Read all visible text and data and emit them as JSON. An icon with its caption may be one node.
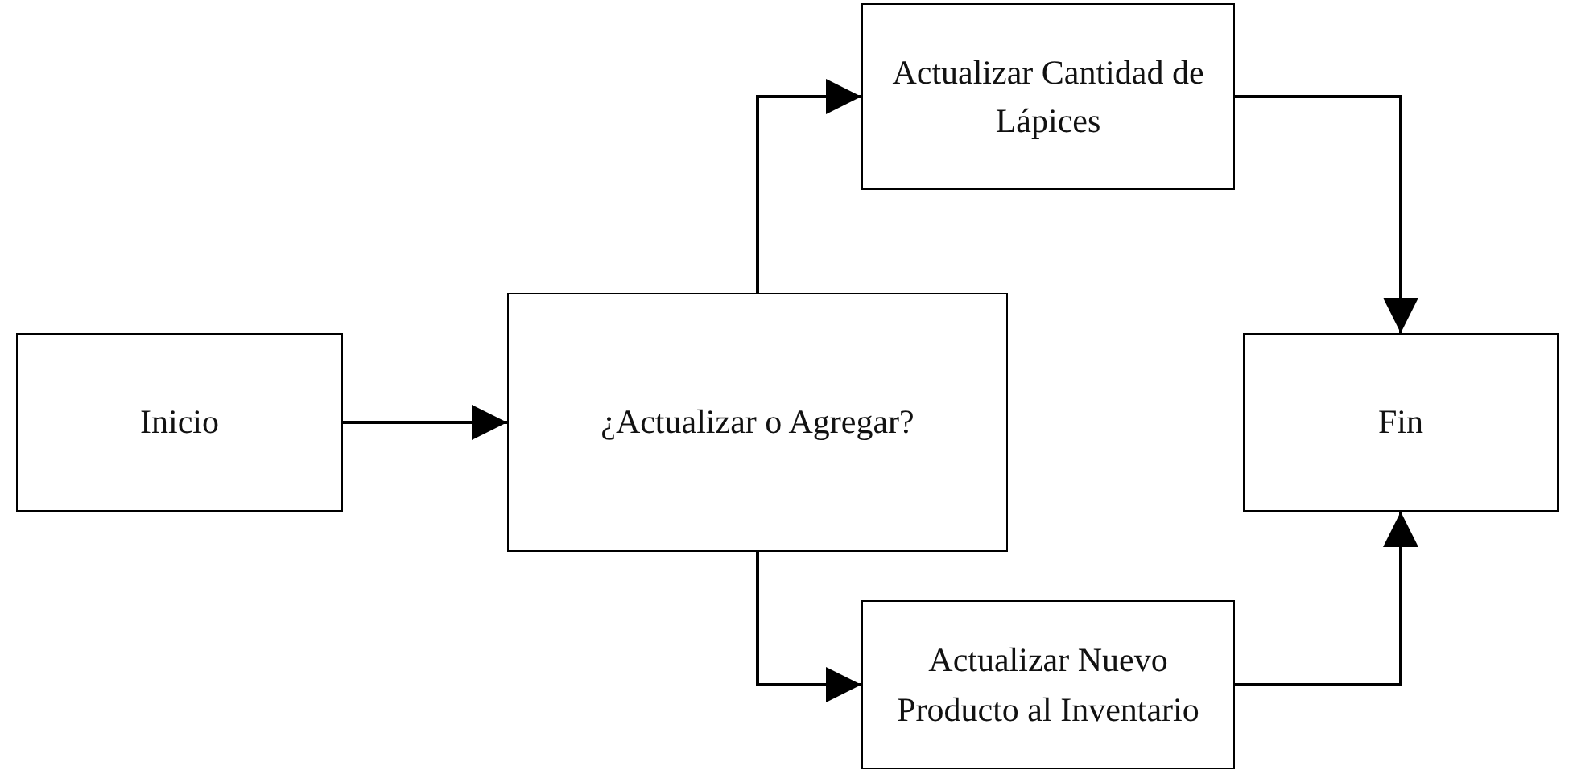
{
  "diagram": {
    "nodes": [
      {
        "text": [
          "Inicio"
        ]
      },
      {
        "text": [
          "¿Actualizar o Agregar?"
        ]
      },
      {
        "text": [
          "Actualizar Cantidad de Lápices"
        ]
      },
      {
        "text": [
          "Actualizar Nuevo Producto al Inventario"
        ]
      },
      {
        "text": [
          "Fin"
        ]
      }
    ],
    "edges": [
      {
        "from": 0,
        "to": 1,
        "arrow": "to"
      },
      {
        "from": 1,
        "to": 2,
        "arrow": "to"
      },
      {
        "from": 1,
        "to": 3,
        "arrow": "to"
      },
      {
        "from": 2,
        "to": 4,
        "arrow": "to"
      },
      {
        "from": 3,
        "to": 4,
        "arrow": "to"
      }
    ]
  }
}
